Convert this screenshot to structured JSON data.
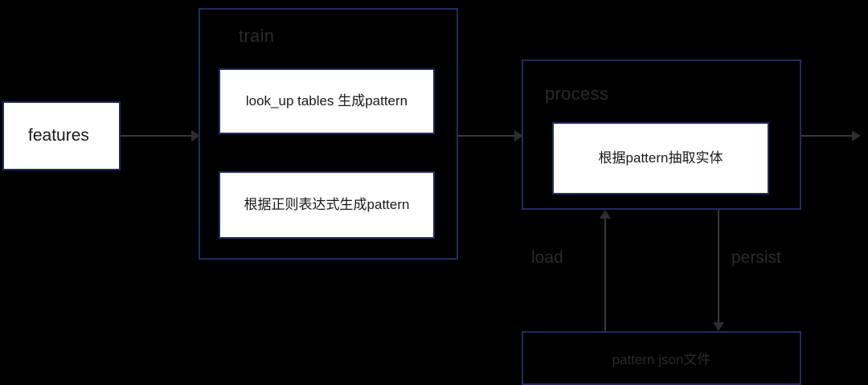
{
  "diagram": {
    "background_color": "#000000",
    "border_color": "#252a5e",
    "node_fill": "#ffffff",
    "connector_color": "#3a3a3a",
    "label_color": "#2b2b2b"
  },
  "nodes": {
    "features": {
      "label": "features"
    },
    "train_group": {
      "label": "train"
    },
    "train_step_1": {
      "label": "look_up tables 生成pattern"
    },
    "train_step_2": {
      "label": "根据正则表达式生成pattern"
    },
    "process_group": {
      "label": "process"
    },
    "process_step_1": {
      "label": "根据pattern抽取实体"
    },
    "pattern_file": {
      "label": "pattern json文件"
    }
  },
  "edges": {
    "features_to_train": {
      "label": ""
    },
    "train_to_process": {
      "label": ""
    },
    "process_to_output": {
      "label": ""
    },
    "file_to_process": {
      "label": "load"
    },
    "process_to_file": {
      "label": "persist"
    }
  }
}
